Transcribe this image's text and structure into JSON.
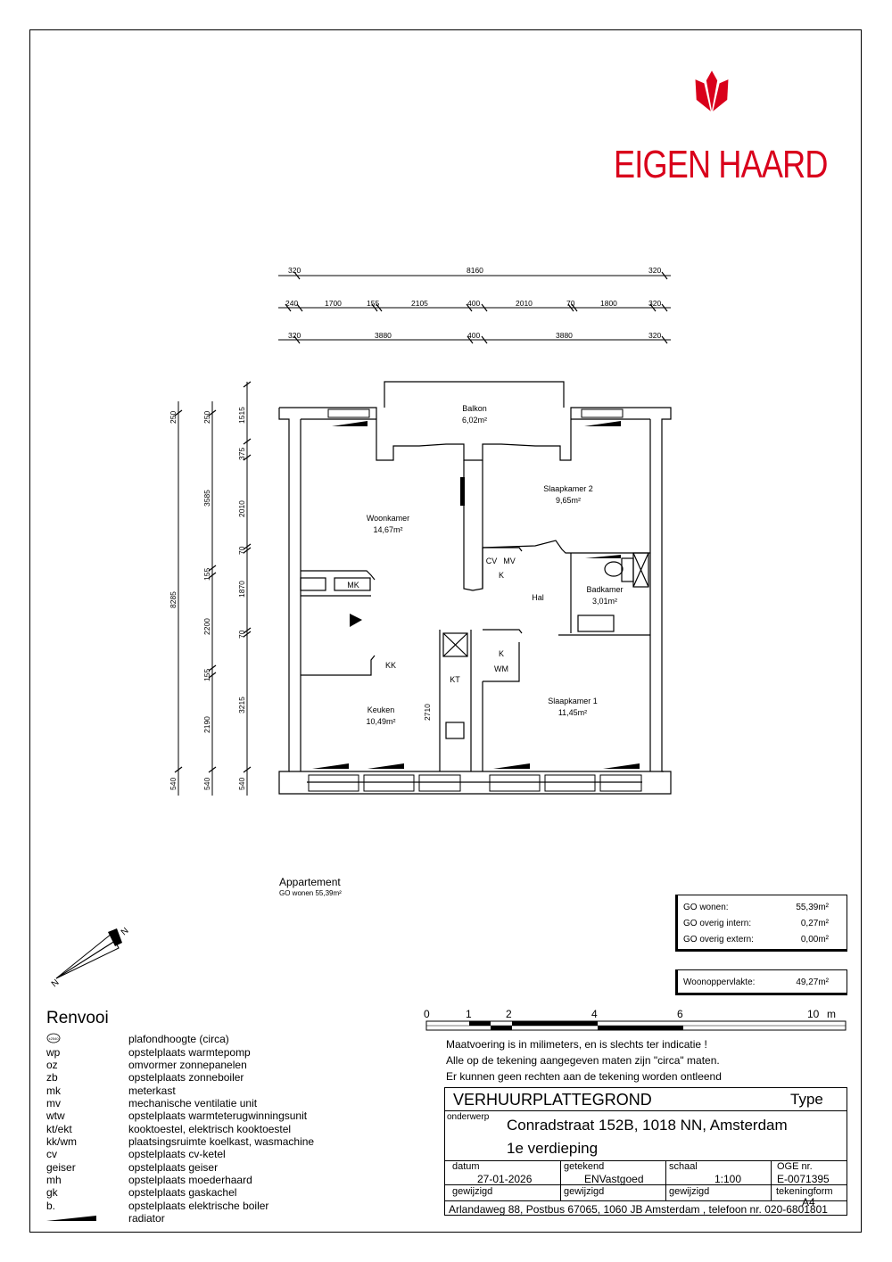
{
  "logo": {
    "text": "EIGEN HAARD",
    "color": "#d9001b"
  },
  "dimensions": {
    "row1": [
      "320",
      "8160",
      "320"
    ],
    "row2": [
      "240",
      "1700",
      "155",
      "2105",
      "400",
      "2010",
      "70",
      "1800",
      "320"
    ],
    "row3": [
      "320",
      "3880",
      "400",
      "3880",
      "320"
    ],
    "col1": [
      "250",
      "8285",
      "540"
    ],
    "col2": [
      "250",
      "3585",
      "155",
      "2200",
      "155",
      "2190",
      "540"
    ],
    "col3": [
      "1515",
      "375",
      "2010",
      "70",
      "1870",
      "70",
      "3215",
      "540"
    ],
    "inner": "2710"
  },
  "rooms": {
    "balkon": {
      "name": "Balkon",
      "area": "6,02m²"
    },
    "slaapkamer2": {
      "name": "Slaapkamer 2",
      "area": "9,65m²"
    },
    "woonkamer": {
      "name": "Woonkamer",
      "area": "14,67m²"
    },
    "cv": "CV",
    "mv": "MV",
    "k1": "K",
    "mk": "MK",
    "hal": "Hal",
    "badkamer": {
      "name": "Badkamer",
      "area": "3,01m²"
    },
    "kk": "KK",
    "k2": "K",
    "wm": "WM",
    "kt": "KT",
    "keuken": {
      "name": "Keuken",
      "area": "10,49m²"
    },
    "slaapkamer1": {
      "name": "Slaapkamer 1",
      "area": "11,45m²"
    }
  },
  "appartement": {
    "title": "Appartement",
    "subtitle": "GO wonen 55,39m²"
  },
  "areas": [
    {
      "label": "GO wonen:",
      "value": "55,39m²"
    },
    {
      "label": "GO overig intern:",
      "value": "0,27m²"
    },
    {
      "label": "GO overig extern:",
      "value": "0,00m²"
    }
  ],
  "woonoppervlakte": {
    "label": "Woonoppervlakte:",
    "value": "49,27m²"
  },
  "compass": {
    "n1": "N",
    "n2": "N"
  },
  "renvooi": {
    "title": "Renvooi",
    "ceiling_symbol": "±2540",
    "items": [
      {
        "code": "",
        "desc": "plafondhoogte (circa)"
      },
      {
        "code": "wp",
        "desc": "opstelplaats warmtepomp"
      },
      {
        "code": "oz",
        "desc": "omvormer zonnepanelen"
      },
      {
        "code": "zb",
        "desc": "opstelplaats zonneboiler"
      },
      {
        "code": "mk",
        "desc": "meterkast"
      },
      {
        "code": "mv",
        "desc": "mechanische ventilatie unit"
      },
      {
        "code": "wtw",
        "desc": "opstelplaats warmteterugwinningsunit"
      },
      {
        "code": "kt/ekt",
        "desc": "kooktoestel, elektrisch kooktoestel"
      },
      {
        "code": "kk/wm",
        "desc": "plaatsingsruimte koelkast, wasmachine"
      },
      {
        "code": "cv",
        "desc": "opstelplaats cv-ketel"
      },
      {
        "code": "geiser",
        "desc": "opstelplaats geiser"
      },
      {
        "code": "mh",
        "desc": "opstelplaats moederhaard"
      },
      {
        "code": "gk",
        "desc": "opstelplaats gaskachel"
      },
      {
        "code": "b.",
        "desc": "opstelplaats elektrische boiler"
      },
      {
        "code": "",
        "desc": "radiator"
      }
    ]
  },
  "scale_bar": {
    "labels": [
      "0",
      "1",
      "2",
      "4",
      "6",
      "10"
    ],
    "unit": "m"
  },
  "notes": [
    "Maatvoering is in milimeters, en is slechts ter indicatie !",
    "Alle op de tekening aangegeven maten zijn \"circa\" maten.",
    "Er kunnen geen rechten aan de tekening worden ontleend"
  ],
  "titleblock": {
    "title": "VERHUURPLATTEGROND",
    "type_label": "Type",
    "onderwerp_label": "onderwerp",
    "address": "Conradstraat 152B, 1018 NN, Amsterdam",
    "floor": "1e verdieping",
    "datum_label": "datum",
    "datum": "27-01-2026",
    "getekend_label": "getekend",
    "getekend": "ENVastgoed",
    "schaal_label": "schaal",
    "schaal": "1:100",
    "oge_label": "OGE nr.",
    "oge": "E-0071395",
    "gewijzigd1": "gewijzigd",
    "gewijzigd2": "gewijzigd",
    "gewijzigd3": "gewijzigd",
    "tekeningform_label": "tekeningform",
    "tekeningform": "A4",
    "footer": "Arlandaweg 88, Postbus 67065, 1060 JB Amsterdam , telefoon nr. 020-6801801"
  }
}
